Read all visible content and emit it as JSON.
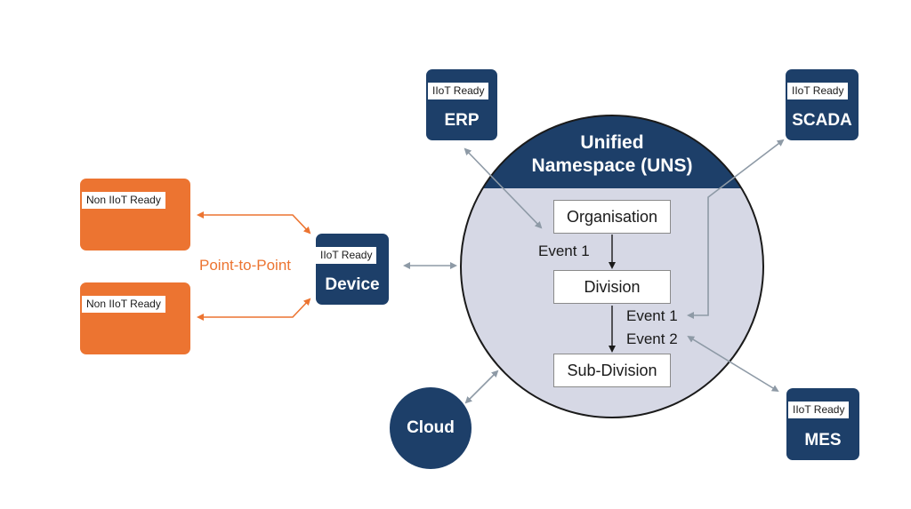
{
  "uns": {
    "title_line1": "Unified",
    "title_line2": "Namespace (UNS)"
  },
  "hierarchy": {
    "organisation": "Organisation",
    "division": "Division",
    "sub_division": "Sub-Division",
    "event1_top": "Event 1",
    "event1_right": "Event 1",
    "event2_right": "Event 2"
  },
  "systems": {
    "tag_iiot": "IIoT Ready",
    "erp": "ERP",
    "scada": "SCADA",
    "mes": "MES",
    "device": "Device",
    "cloud": "Cloud"
  },
  "non_iiot": {
    "tag": "Non IIoT Ready",
    "link_label": "Point-to-Point"
  },
  "colors": {
    "navy": "#1d3f69",
    "orange": "#ec7431",
    "circle_fill": "#d6d8e5",
    "connector_gray": "#8e9aa6"
  }
}
